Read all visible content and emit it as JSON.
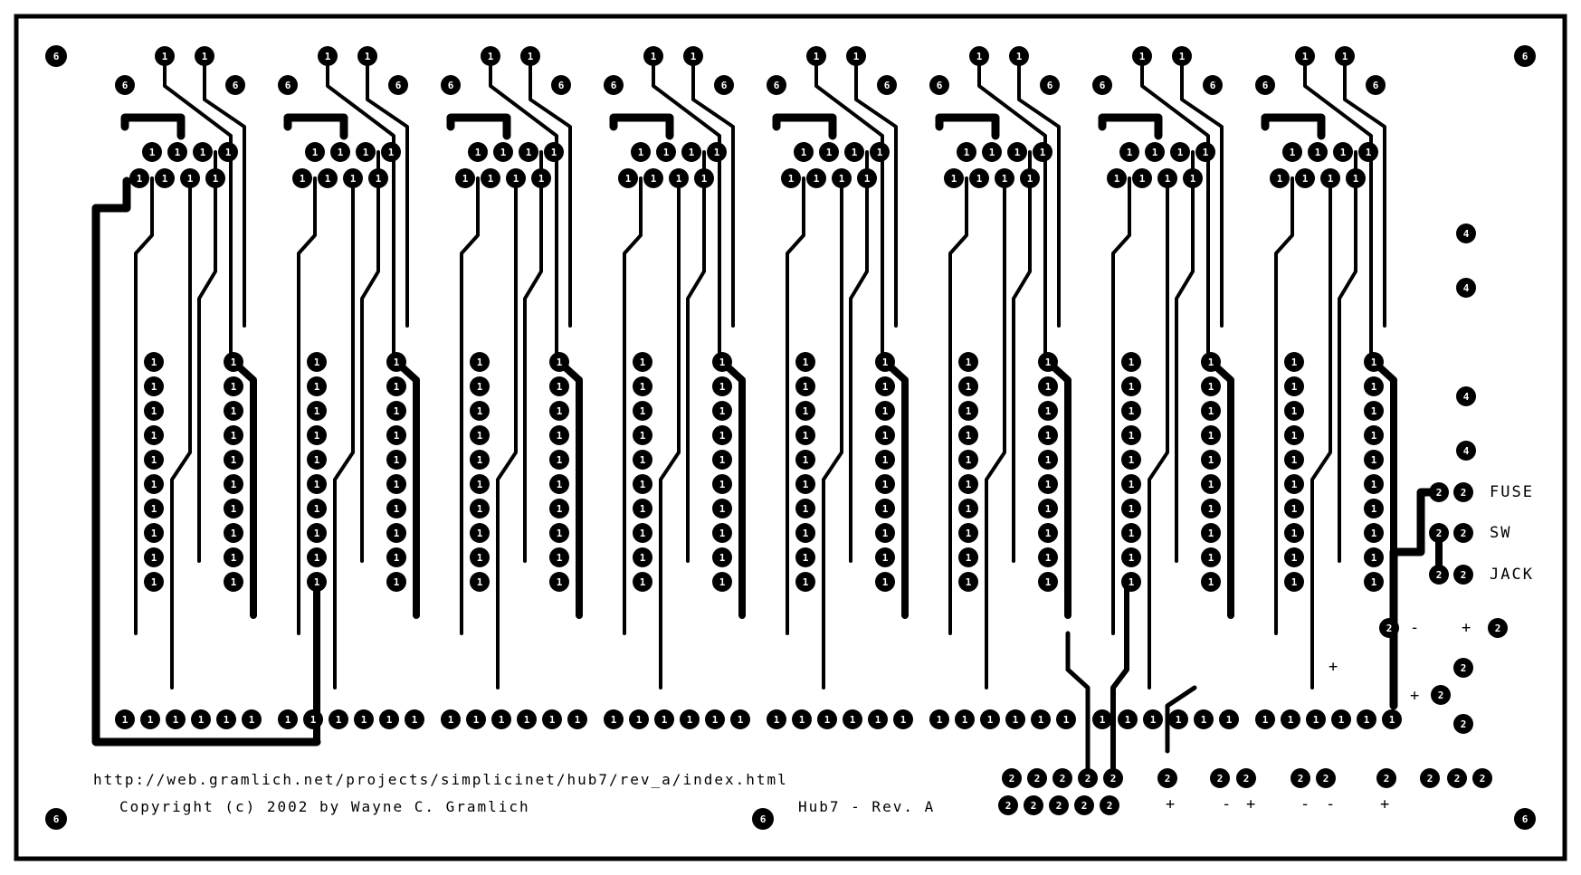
{
  "board": {
    "url_text": "http://web.gramlich.net/projects/simplicinet/hub7/rev_a/index.html",
    "copyright_text": "Copyright (c) 2002 by Wayne C. Gramlich",
    "revision_text": "Hub7 - Rev. A",
    "fuse_label": "FUSE",
    "switch_label": "SW",
    "jack_label": "JACK",
    "plus_sign": "+",
    "minus_sign": "-",
    "layer_marks": {
      "mounting": "6",
      "top_layer": "1",
      "bottom_layer": "2",
      "aux_layer": "4"
    },
    "colors": {
      "ink": "#000000",
      "board": "#ffffff"
    }
  }
}
